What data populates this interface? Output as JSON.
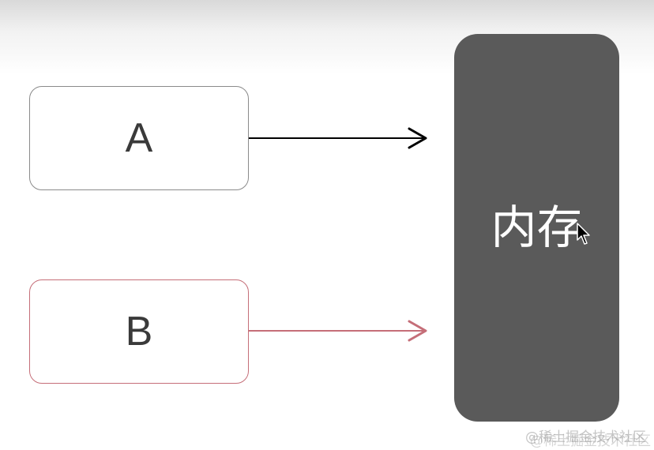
{
  "diagram": {
    "nodes": [
      {
        "id": "a",
        "label": "A",
        "border_color": "#8a8a8a"
      },
      {
        "id": "b",
        "label": "B",
        "border_color": "#c56e78"
      }
    ],
    "memory": {
      "label": "内存",
      "fill_color": "#5a5a5a"
    },
    "edges": [
      {
        "from": "a",
        "to": "memory",
        "color": "#000000"
      },
      {
        "from": "b",
        "to": "memory",
        "color": "#c56e78"
      }
    ]
  },
  "watermark": {
    "text": "@稀土掘金技术社区"
  }
}
